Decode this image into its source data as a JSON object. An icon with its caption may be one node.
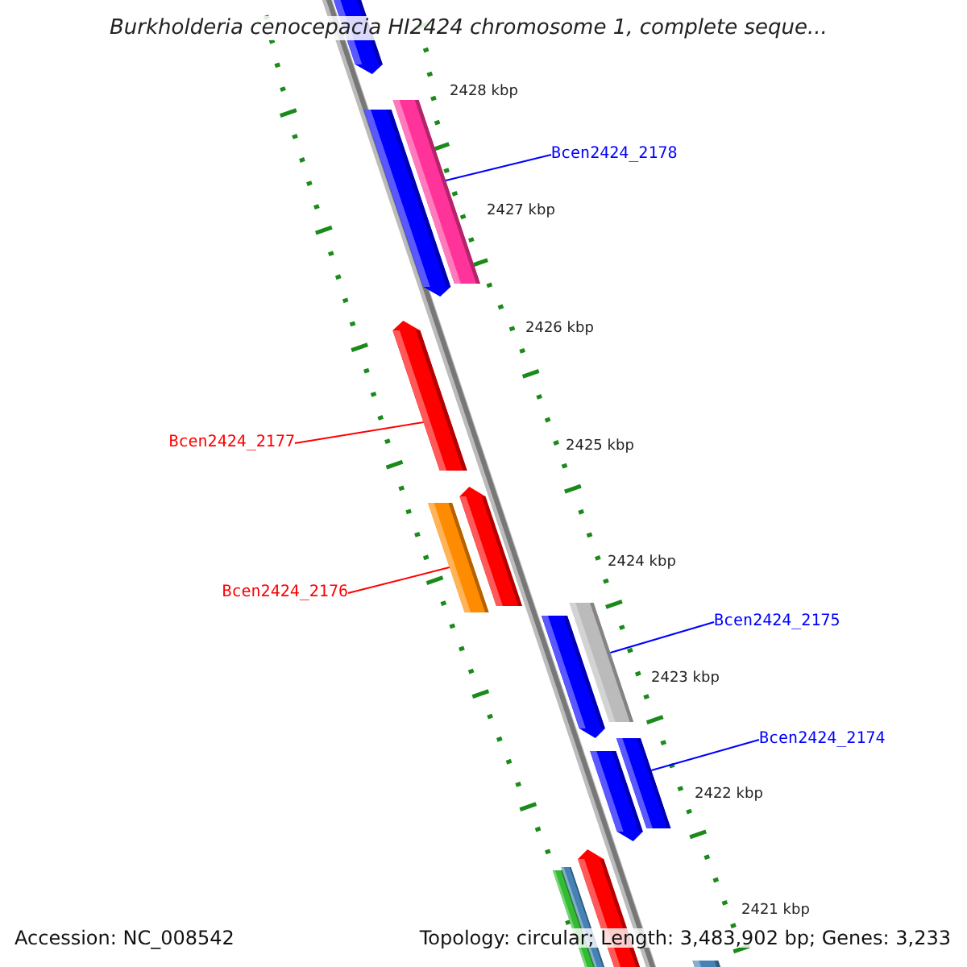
{
  "diagram": {
    "title": "Burkholderia cenocepacia HI2424 chromosome 1, complete seque...",
    "nodes": [
      {
        "text": [],
        "shape": "bar"
      },
      {
        "text": [
          "Bcen2424_2178"
        ]
      },
      {
        "text": [],
        "shape": "bar"
      },
      {
        "text": [],
        "shape": "bar"
      },
      {
        "text": [
          "Bcen2424_2177"
        ]
      },
      {
        "text": [],
        "shape": "bar"
      },
      {
        "text": [
          "Bcen2424_2176"
        ]
      },
      {
        "text": [],
        "shape": "bar"
      },
      {
        "text": [],
        "shape": "bar"
      },
      {
        "text": [
          "Bcen2424_2175"
        ]
      },
      {
        "text": [],
        "shape": "bar"
      },
      {
        "text": [],
        "shape": "bar"
      },
      {
        "text": [
          "Bcen2424_2174"
        ]
      },
      {
        "text": [],
        "shape": "bar"
      },
      {
        "text": [],
        "shape": "bar"
      },
      {
        "text": [],
        "shape": "bar"
      },
      {
        "text": [],
        "shape": "bar"
      },
      {
        "text": [],
        "shape": "bar"
      },
      {
        "text": [],
        "shape": "bar"
      }
    ],
    "edges": [
      {
        "from": 1,
        "to": 3,
        "arrow": "none"
      },
      {
        "from": 4,
        "to": 5,
        "arrow": "none",
        "color": "#ff0000"
      },
      {
        "from": 6,
        "to": 8,
        "arrow": "none",
        "color": "#ff0000"
      },
      {
        "from": 9,
        "to": 11,
        "arrow": "none"
      },
      {
        "from": 12,
        "to": 14,
        "arrow": "none"
      }
    ],
    "labels": [
      "2428 kbp",
      "2427 kbp",
      "2426 kbp",
      "2425 kbp",
      "2424 kbp",
      "2423 kbp",
      "2422 kbp",
      "2421 kbp",
      "Accession: NC_008542",
      "Topology: circular; Length: 3,483,902 bp; Genes: 3,233"
    ]
  }
}
